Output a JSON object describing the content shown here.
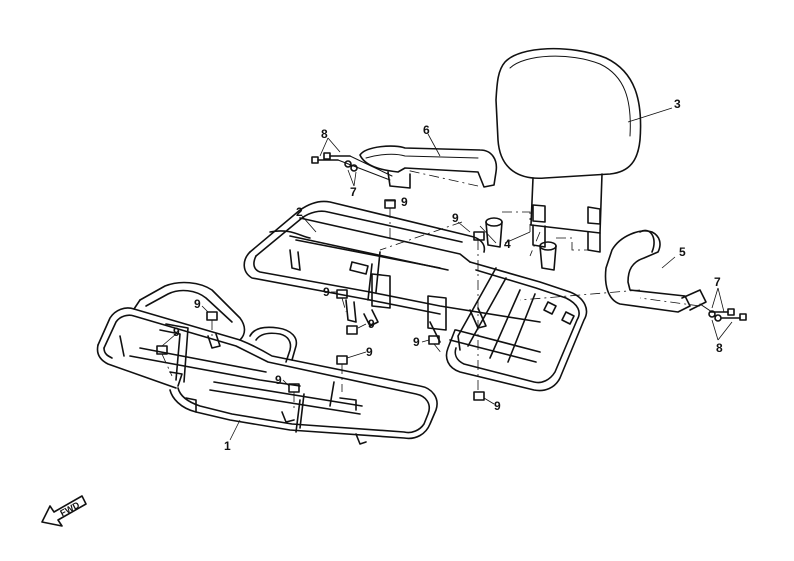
{
  "labels": {
    "p1": "1",
    "p2": "2",
    "p3": "3",
    "p4": "4",
    "p5": "5",
    "p6": "6",
    "p7a": "7",
    "p7b": "7",
    "p8a": "8",
    "p8b": "8",
    "p9a": "9",
    "p9b": "9",
    "p9c": "9",
    "p9d": "9",
    "p9e": "9",
    "p9f": "9",
    "p9g": "9",
    "p9h": "9",
    "p9i": "9",
    "p9j": "9"
  },
  "fwd_text": "FWD"
}
